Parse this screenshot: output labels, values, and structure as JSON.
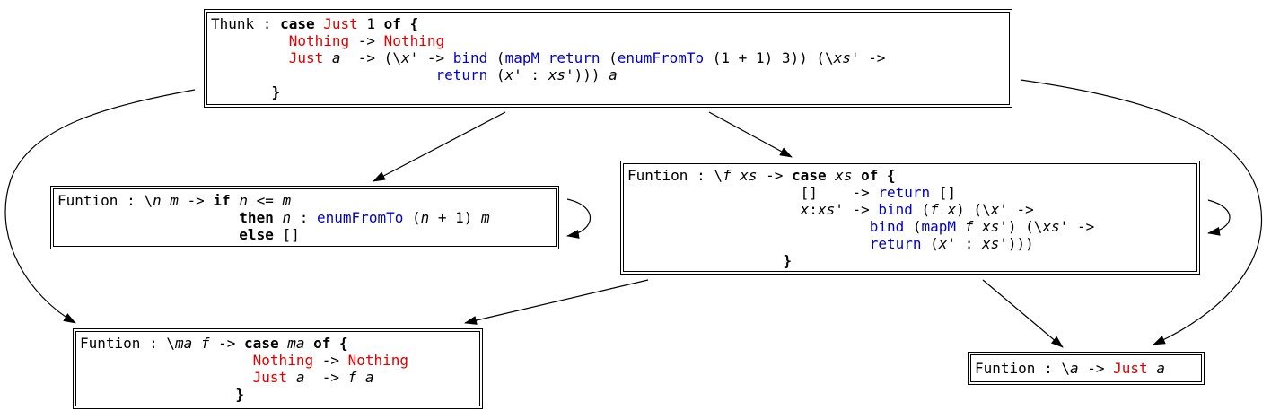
{
  "colors": {
    "keyword": "#000000",
    "constructor": "#e00000",
    "function": "#0000cc",
    "text": "#000000",
    "edge": "#000000"
  },
  "nodes": [
    {
      "id": "thunk",
      "lines": [
        [
          [
            "t",
            "Thunk : "
          ],
          [
            "k",
            "case"
          ],
          [
            "t",
            " "
          ],
          [
            "c",
            "Just"
          ],
          [
            "t",
            " 1 "
          ],
          [
            "k",
            "of"
          ],
          [
            "t",
            " "
          ],
          [
            "k",
            "{"
          ]
        ],
        [
          [
            "t",
            "         "
          ],
          [
            "c",
            "Nothing"
          ],
          [
            "t",
            " -> "
          ],
          [
            "c",
            "Nothing"
          ]
        ],
        [
          [
            "t",
            "         "
          ],
          [
            "c",
            "Just"
          ],
          [
            "t",
            " "
          ],
          [
            "v",
            "a"
          ],
          [
            "t",
            "  -> (\\"
          ],
          [
            "v",
            "x"
          ],
          [
            "t",
            "' -> "
          ],
          [
            "f",
            "bind"
          ],
          [
            "t",
            " ("
          ],
          [
            "f",
            "mapM"
          ],
          [
            "t",
            " "
          ],
          [
            "f",
            "return"
          ],
          [
            "t",
            " ("
          ],
          [
            "f",
            "enumFromTo"
          ],
          [
            "t",
            " (1 + 1) 3)) (\\"
          ],
          [
            "v",
            "xs"
          ],
          [
            "t",
            "' ->"
          ]
        ],
        [
          [
            "t",
            "                          "
          ],
          [
            "f",
            "return"
          ],
          [
            "t",
            " ("
          ],
          [
            "v",
            "x"
          ],
          [
            "t",
            "' : "
          ],
          [
            "v",
            "xs"
          ],
          [
            "t",
            "'))) "
          ],
          [
            "v",
            "a"
          ]
        ],
        [
          [
            "t",
            "       "
          ],
          [
            "k",
            "}"
          ]
        ]
      ]
    },
    {
      "id": "enumfromto",
      "lines": [
        [
          [
            "t",
            "Funtion : \\"
          ],
          [
            "v",
            "n"
          ],
          [
            "t",
            " "
          ],
          [
            "v",
            "m"
          ],
          [
            "t",
            " -> "
          ],
          [
            "k",
            "if"
          ],
          [
            "t",
            " "
          ],
          [
            "v",
            "n"
          ],
          [
            "t",
            " <= "
          ],
          [
            "v",
            "m"
          ]
        ],
        [
          [
            "t",
            "                     "
          ],
          [
            "k",
            "then"
          ],
          [
            "t",
            " "
          ],
          [
            "v",
            "n"
          ],
          [
            "t",
            " : "
          ],
          [
            "f",
            "enumFromTo"
          ],
          [
            "t",
            " ("
          ],
          [
            "v",
            "n"
          ],
          [
            "t",
            " + 1) "
          ],
          [
            "v",
            "m"
          ]
        ],
        [
          [
            "t",
            "                     "
          ],
          [
            "k",
            "else"
          ],
          [
            "t",
            " []"
          ]
        ]
      ]
    },
    {
      "id": "mapm",
      "lines": [
        [
          [
            "t",
            "Funtion : \\"
          ],
          [
            "v",
            "f"
          ],
          [
            "t",
            " "
          ],
          [
            "v",
            "xs"
          ],
          [
            "t",
            " -> "
          ],
          [
            "k",
            "case"
          ],
          [
            "t",
            " "
          ],
          [
            "v",
            "xs"
          ],
          [
            "t",
            " "
          ],
          [
            "k",
            "of"
          ],
          [
            "t",
            " "
          ],
          [
            "k",
            "{"
          ]
        ],
        [
          [
            "t",
            "                    []    -> "
          ],
          [
            "f",
            "return"
          ],
          [
            "t",
            " []"
          ]
        ],
        [
          [
            "t",
            "                    "
          ],
          [
            "v",
            "x"
          ],
          [
            "t",
            ":"
          ],
          [
            "v",
            "xs"
          ],
          [
            "t",
            "' -> "
          ],
          [
            "f",
            "bind"
          ],
          [
            "t",
            " ("
          ],
          [
            "v",
            "f"
          ],
          [
            "t",
            " "
          ],
          [
            "v",
            "x"
          ],
          [
            "t",
            ") (\\"
          ],
          [
            "v",
            "x"
          ],
          [
            "t",
            "' ->"
          ]
        ],
        [
          [
            "t",
            "                            "
          ],
          [
            "f",
            "bind"
          ],
          [
            "t",
            " ("
          ],
          [
            "f",
            "mapM"
          ],
          [
            "t",
            " "
          ],
          [
            "v",
            "f"
          ],
          [
            "t",
            " "
          ],
          [
            "v",
            "xs"
          ],
          [
            "t",
            "') (\\"
          ],
          [
            "v",
            "xs"
          ],
          [
            "t",
            "' ->"
          ]
        ],
        [
          [
            "t",
            "                            "
          ],
          [
            "f",
            "return"
          ],
          [
            "t",
            " ("
          ],
          [
            "v",
            "x"
          ],
          [
            "t",
            "' : "
          ],
          [
            "v",
            "xs"
          ],
          [
            "t",
            "')))"
          ]
        ],
        [
          [
            "t",
            "                  "
          ],
          [
            "k",
            "}"
          ]
        ]
      ]
    },
    {
      "id": "bind",
      "lines": [
        [
          [
            "t",
            "Funtion : \\"
          ],
          [
            "v",
            "ma"
          ],
          [
            "t",
            " "
          ],
          [
            "v",
            "f"
          ],
          [
            "t",
            " -> "
          ],
          [
            "k",
            "case"
          ],
          [
            "t",
            " "
          ],
          [
            "v",
            "ma"
          ],
          [
            "t",
            " "
          ],
          [
            "k",
            "of"
          ],
          [
            "t",
            " "
          ],
          [
            "k",
            "{"
          ]
        ],
        [
          [
            "t",
            "                    "
          ],
          [
            "c",
            "Nothing"
          ],
          [
            "t",
            " -> "
          ],
          [
            "c",
            "Nothing"
          ]
        ],
        [
          [
            "t",
            "                    "
          ],
          [
            "c",
            "Just"
          ],
          [
            "t",
            " "
          ],
          [
            "v",
            "a"
          ],
          [
            "t",
            "  -> "
          ],
          [
            "v",
            "f"
          ],
          [
            "t",
            " "
          ],
          [
            "v",
            "a"
          ]
        ],
        [
          [
            "t",
            "                  "
          ],
          [
            "k",
            "}"
          ]
        ]
      ]
    },
    {
      "id": "return",
      "lines": [
        [
          [
            "t",
            "Funtion : \\"
          ],
          [
            "v",
            "a"
          ],
          [
            "t",
            " -> "
          ],
          [
            "c",
            "Just"
          ],
          [
            "t",
            " "
          ],
          [
            "v",
            "a"
          ]
        ]
      ]
    }
  ],
  "edges": [
    {
      "from": "thunk",
      "to": "enumfromto"
    },
    {
      "from": "thunk",
      "to": "mapm"
    },
    {
      "from": "thunk",
      "to": "bind"
    },
    {
      "from": "thunk",
      "to": "return"
    },
    {
      "from": "enumfromto",
      "to": "enumfromto"
    },
    {
      "from": "mapm",
      "to": "mapm"
    },
    {
      "from": "mapm",
      "to": "bind"
    },
    {
      "from": "mapm",
      "to": "return"
    }
  ]
}
